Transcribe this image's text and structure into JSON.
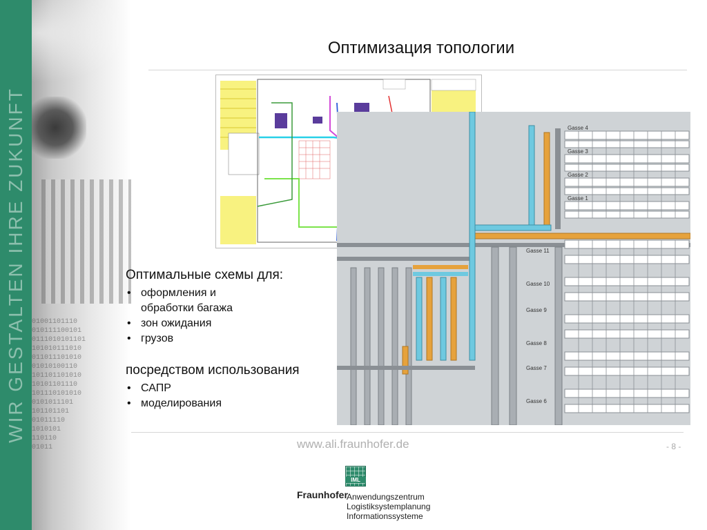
{
  "title": "Оптимизация топологии",
  "slogan": "WIR GESTALTEN IHRE ZUKUNFT",
  "binary_text": "101001101110\n1010111100101\n10111010101101\n0101010111010\n1011011101010\n101010100110\n1101101101010\n010101101110\n1101110101010\n10101011101\n0101101101\n101011110\n11010101\n0110110\n101011",
  "list1": {
    "heading": "Оптимальные схемы для:",
    "items": [
      "оформления и обработки багажа",
      "зон ожидания",
      "грузов"
    ]
  },
  "list2": {
    "heading": "посредством использования",
    "items": [
      "САПР",
      "моделирования"
    ]
  },
  "footer": {
    "url": "www.ali.fraunhofer.de",
    "page_number": "- 8 -"
  },
  "logo": {
    "badge": "IML",
    "name": "Fraunhofer",
    "line1": "Anwendungszentrum",
    "line2": "Logistiksystemplanung",
    "line3": "Informationssysteme"
  },
  "diagram": {
    "gasse_top": [
      "Gasse 4",
      "Gasse 3",
      "Gasse 2",
      "Gasse 1"
    ],
    "gasse_bottom": [
      "Gasse 11",
      "Gasse 10",
      "Gasse 9",
      "Gasse 8",
      "Gasse 7",
      "Gasse 6"
    ]
  },
  "colors": {
    "brand_green": "#2e8b6b",
    "conveyor_orange": "#e6a23c",
    "conveyor_blue": "#6ec9e0"
  }
}
